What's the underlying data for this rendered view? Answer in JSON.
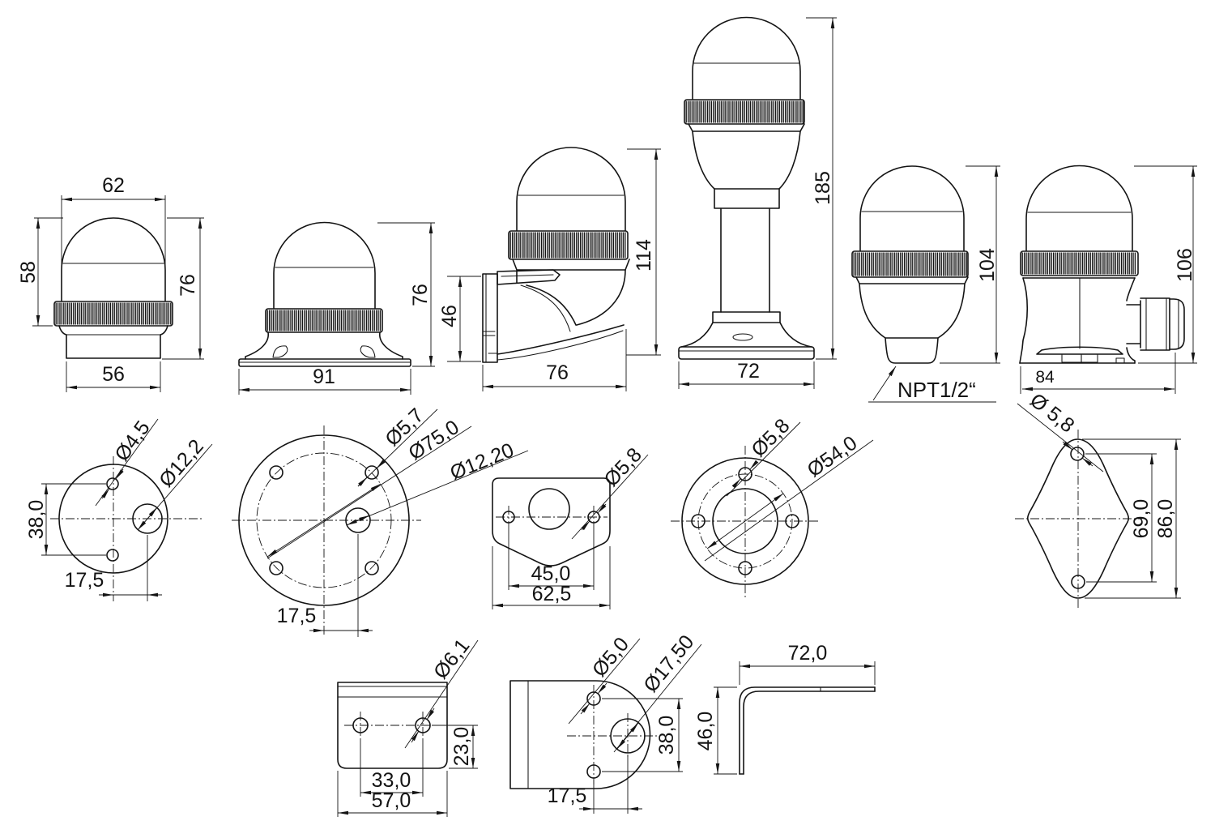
{
  "meta": {
    "background": "#ffffff",
    "line_color": "#141414",
    "drawing_type": "technical dimension drawing - signal beacons and mounting accessories",
    "units_style": "millimeters, comma decimal"
  },
  "views": {
    "beacon_surface": {
      "dim_top_width": "62",
      "dim_lens_height": "58",
      "dim_total_height": "76",
      "dim_base_width": "56"
    },
    "beacon_flange": {
      "dim_base_width": "91",
      "dim_total_height": "76"
    },
    "beacon_wall": {
      "dim_bracket_height": "46",
      "dim_total_height": "114",
      "dim_total_width": "76"
    },
    "beacon_pole": {
      "dim_total_height": "185",
      "dim_base_width": "72"
    },
    "beacon_npt": {
      "dim_total_height": "104",
      "thread_label": "NPT1/2“"
    },
    "beacon_gland": {
      "dim_total_height": "106",
      "dim_base_width": "84"
    },
    "pattern_3hole": {
      "dia_small": "Ø4,5",
      "dia_large": "Ø12,2",
      "dim_vertical": "38,0",
      "dim_offset": "17,5"
    },
    "pattern_round4": {
      "dia_small": "Ø5,7",
      "dia_bolt_circle": "Ø75,0",
      "dia_large": "Ø12,20",
      "dim_offset": "17,5"
    },
    "pattern_shield": {
      "dia_small": "Ø5,8",
      "dim_hole_spacing": "45,0",
      "dim_width": "62,5"
    },
    "pattern_flange4": {
      "dia_small": "Ø5,8",
      "dia_bolt_circle": "Ø54,0"
    },
    "pattern_gasket": {
      "dia_small": "Ø 5,8",
      "dim_hole_spacing": "69,0",
      "dim_height": "86,0"
    },
    "bracket_flat": {
      "dia_hole": "Ø6,1",
      "dim_hole_spacing": "33,0",
      "dim_width": "57,0",
      "dim_hole_height": "23,0"
    },
    "bracket_d": {
      "dia_small": "Ø5,0",
      "dia_large": "Ø17,50",
      "dim_vertical": "38,0",
      "dim_offset": "17,5"
    },
    "bracket_angle": {
      "dim_horizontal": "72,0",
      "dim_vertical": "46,0"
    }
  }
}
